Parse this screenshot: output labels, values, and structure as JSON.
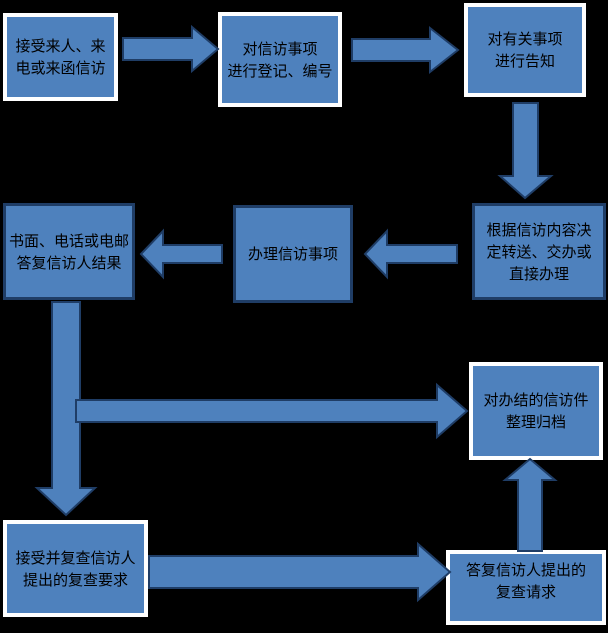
{
  "colors": {
    "background": "#000000",
    "shape_fill": "#4E81BD",
    "shape_border_dark": "#1F3D66",
    "box_border_white": "#FFFFFF",
    "text": "#000000"
  },
  "nodes": [
    {
      "id": "receive",
      "text": "接受来人、来\n电或来函信访",
      "border": "white"
    },
    {
      "id": "register",
      "text": "对信访事项\n进行登记、编号",
      "border": "white"
    },
    {
      "id": "notify",
      "text": "对有关事项\n进行告知",
      "border": "white"
    },
    {
      "id": "decide",
      "text": "根据信访内容决\n定转送、交办或\n直接办理",
      "border": "dark"
    },
    {
      "id": "handle",
      "text": "办理信访事项",
      "border": "dark"
    },
    {
      "id": "reply-result",
      "text": "书面、电话或电邮\n答复信访人结果",
      "border": "dark"
    },
    {
      "id": "archive",
      "text": "对办结的信访件\n整理归档",
      "border": "white"
    },
    {
      "id": "accept-review",
      "text": "接受并复查信访人\n提出的复查要求",
      "border": "white"
    },
    {
      "id": "reply-review",
      "text": "答复信访人提出的\n复查请求",
      "border": "white"
    }
  ],
  "connections": [
    {
      "from": "receive",
      "to": "register",
      "direction": "right"
    },
    {
      "from": "register",
      "to": "notify",
      "direction": "right"
    },
    {
      "from": "notify",
      "to": "decide",
      "direction": "down"
    },
    {
      "from": "decide",
      "to": "handle",
      "direction": "left"
    },
    {
      "from": "handle",
      "to": "reply-result",
      "direction": "left"
    },
    {
      "from": "reply-result",
      "to": "accept-review",
      "direction": "down"
    },
    {
      "from": "reply-result",
      "to": "archive",
      "direction": "right"
    },
    {
      "from": "accept-review",
      "to": "reply-review",
      "direction": "right"
    },
    {
      "from": "reply-review",
      "to": "archive",
      "direction": "up"
    }
  ]
}
